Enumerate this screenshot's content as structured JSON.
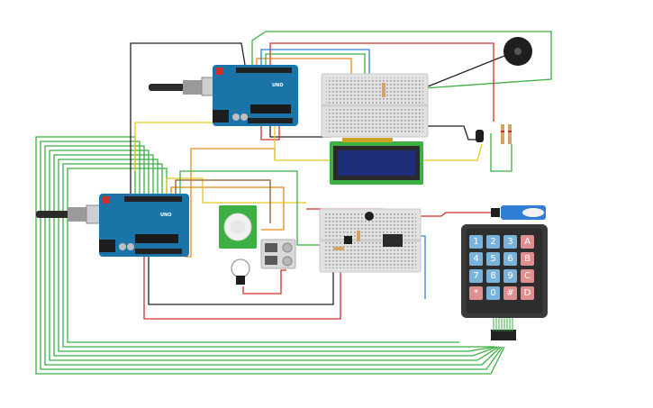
{
  "circuit": {
    "arduino_top": {
      "brand_text": "UNO"
    },
    "arduino_bottom": {
      "brand_text": "UNO"
    },
    "keypad": {
      "keys": [
        "1",
        "2",
        "3",
        "A",
        "4",
        "5",
        "6",
        "B",
        "7",
        "8",
        "9",
        "C",
        "*",
        "0",
        "#",
        "D"
      ]
    }
  },
  "colors": {
    "wire_green": "#3cb043",
    "wire_red": "#d0302b",
    "wire_black": "#222222",
    "wire_orange": "#e8891d",
    "wire_yellow": "#e8c61d",
    "wire_blue": "#2f7fd6",
    "wire_brown": "#8a5a2b",
    "arduino_blue": "#1b74a8",
    "breadboard": "#e2e2e2",
    "lcd_screen": "#1d2f7a",
    "keypad_body": "#3a3a3a",
    "key_blue": "#79b3dc",
    "key_red": "#e08f8f",
    "servo_blue": "#2f7fd6"
  }
}
